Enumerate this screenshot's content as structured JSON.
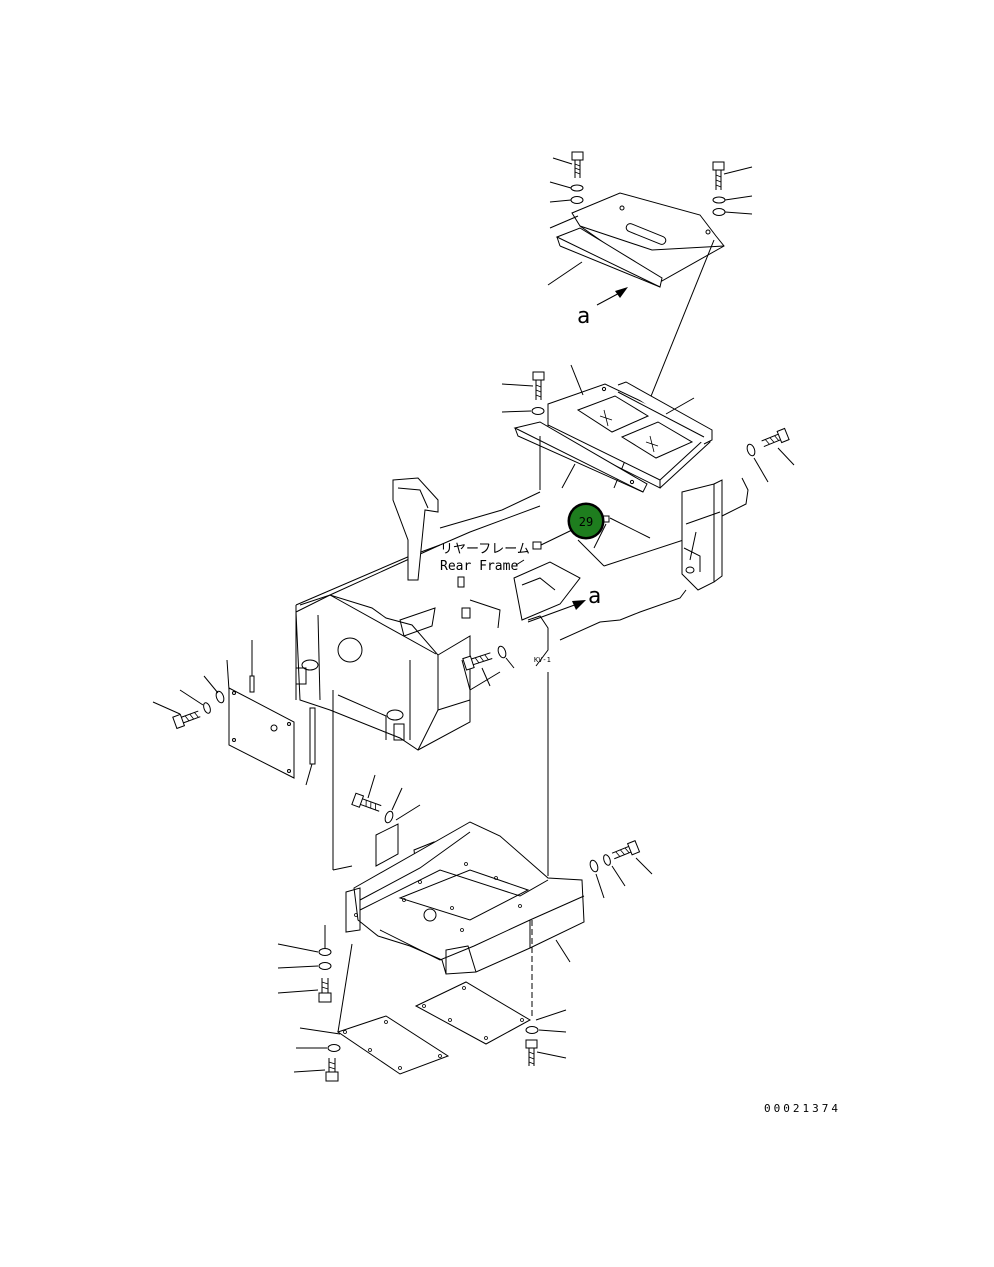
{
  "labels": {
    "rear_frame_jp": "リヤーフレーム",
    "rear_frame_en": "Rear Frame",
    "view_a_top": "a",
    "view_a_mid": "a",
    "drawing_number": "00021374"
  },
  "callouts": [
    {
      "number": "29",
      "color": "#1e7d1e",
      "text_color": "#ffffff"
    }
  ]
}
